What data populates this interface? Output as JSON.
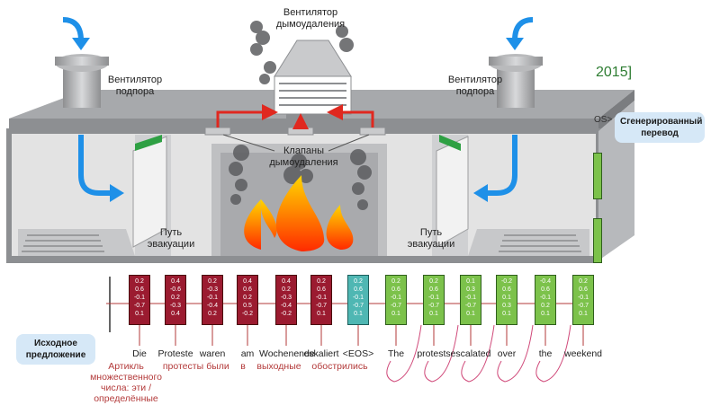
{
  "labels": {
    "main_fan": "Вентилятор\nдымоудаления",
    "supply_fan_left": "Вентилятор\nподпора",
    "supply_fan_right": "Вентилятор\nподпора",
    "dampers": "Клапаны\nдымоудаления",
    "evac_left": "Путь\nэвакуации",
    "evac_right": "Путь\nэвакуации",
    "partial_year": "2015]",
    "partial_eos": "OS>"
  },
  "bubbles": {
    "generated": "Сгенерированный\nперевод",
    "source": "Исходное\nпредложение"
  },
  "encoder": {
    "words": [
      "Die",
      "Proteste",
      "waren",
      "am",
      "Wochenende",
      "eskaliert",
      "<EOS>"
    ],
    "vectors": [
      [
        "0.2",
        "0.6",
        "-0.1",
        "-0.7",
        "0.1"
      ],
      [
        "0.4",
        "-0.6",
        "0.2",
        "-0.3",
        "0.4"
      ],
      [
        "0.2",
        "-0.3",
        "-0.1",
        "-0.4",
        "0.2"
      ],
      [
        "0.4",
        "0.6",
        "0.2",
        "0.5",
        "-0.2"
      ],
      [
        "0.4",
        "0.2",
        "-0.3",
        "-0.4",
        "-0.2"
      ],
      [
        "0.2",
        "0.6",
        "-0.1",
        "-0.7",
        "0.1"
      ],
      [
        "0.2",
        "0.6",
        "-0.1",
        "-0.7",
        "0.1"
      ]
    ]
  },
  "decoder": {
    "words": [
      "The",
      "protests",
      "escalated",
      "over",
      "the",
      "weekend"
    ],
    "vectors": [
      [
        "0.2",
        "0.6",
        "-0.1",
        "-0.7",
        "0.1"
      ],
      [
        "0.2",
        "0.6",
        "-0.1",
        "-0.7",
        "0.1"
      ],
      [
        "0.1",
        "0.3",
        "-0.1",
        "-0.7",
        "0.1"
      ],
      [
        "-0.2",
        "0.6",
        "0.1",
        "0.3",
        "0.1"
      ],
      [
        "-0.4",
        "0.6",
        "-0.1",
        "0.2",
        "0.1"
      ],
      [
        "0.2",
        "0.6",
        "-0.1",
        "-0.7",
        "0.1"
      ]
    ]
  },
  "translations": {
    "die": "Артикль\nмножественного\nчисла: эти /\nопределённые",
    "proteste": "протесты",
    "waren": "были",
    "am": "в",
    "wochenende": "выходные",
    "eskaliert": "обострились"
  },
  "colors": {
    "building": "#9fa1a4",
    "interior": "#dcdcdc",
    "airflow": "#1e90e8",
    "smoke_flow": "#e0281f",
    "encoder_cell": "#9b1b30",
    "eos_cell": "#4fb7b3",
    "decoder_cell": "#7cc24b",
    "bubble": "#d6e8f7"
  }
}
